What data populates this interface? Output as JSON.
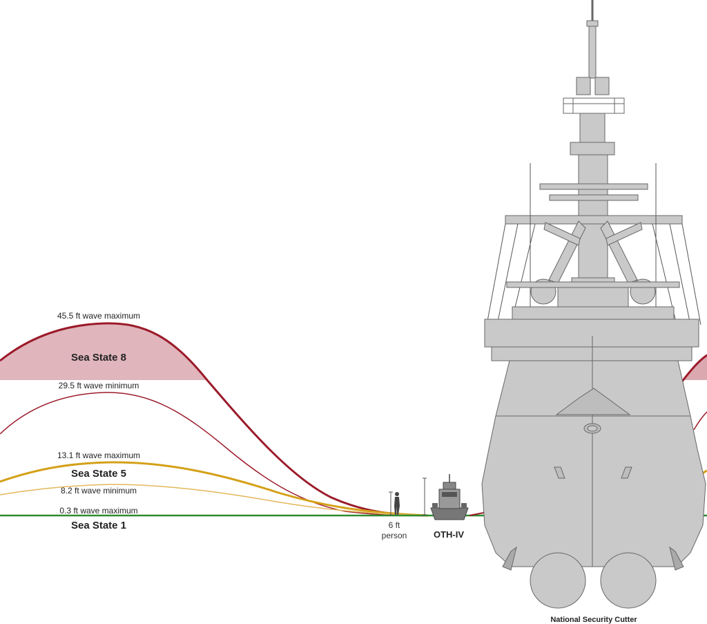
{
  "colors": {
    "sea_state_8": "#9b1b2a",
    "sea_state_8_fill": "#d9a7ae",
    "sea_state_5": "#d4a017",
    "sea_state_5_light": "#e3b85a",
    "sea_state_1": "#2e8b2e",
    "ship_gray": "#c9c9c9",
    "ship_outline": "#555555"
  },
  "sea_states": [
    {
      "name": "Sea State 8",
      "max_label": "45.5 ft wave maximum",
      "min_label": "29.5 ft wave minimum"
    },
    {
      "name": "Sea State 5",
      "max_label": "13.1 ft wave maximum",
      "min_label": "8.2 ft wave minimum"
    },
    {
      "name": "Sea State 1",
      "max_label": "0.3 ft wave maximum"
    }
  ],
  "person": {
    "label_line1": "6 ft",
    "label_line2": "person"
  },
  "boat": {
    "label": "OTH-IV"
  },
  "ship": {
    "label": "National Security Cutter",
    "icon": "ship-front-icon"
  }
}
